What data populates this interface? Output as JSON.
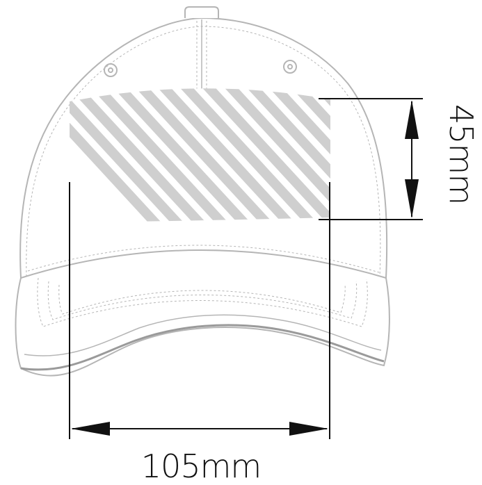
{
  "diagram": {
    "subject": "cap-front-view",
    "print_area_pattern": "diagonal-stripes",
    "dimensions": {
      "width_label": "105mm",
      "height_label": "45mm"
    },
    "colors": {
      "outline": "#b5b5b5",
      "outline_dark": "#8f8f8f",
      "print_area": "#cfcfcf",
      "dimension_lines": "#111111",
      "background": "#ffffff"
    }
  }
}
